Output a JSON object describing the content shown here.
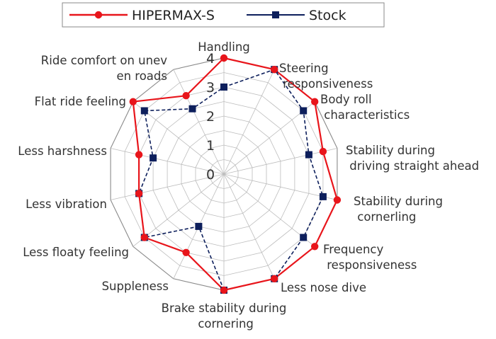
{
  "chart_data": {
    "type": "radar",
    "title": "",
    "axes": [
      "Handling",
      "Steering responsiveness",
      "Body roll characteristics",
      "Stability during driving straight ahead",
      "Stability during cornerling",
      "Frequency responsiveness",
      "Less nose dive",
      "Brake stability during cornering",
      "Suppleness",
      "Less floaty feeling",
      "Less vibration",
      "Less harshness",
      "Flat ride feeling",
      "Ride comfort on uneven roads"
    ],
    "series": [
      {
        "name": "HIPERMAX-S",
        "values": [
          4,
          4,
          4,
          3.5,
          4,
          4,
          4,
          4,
          3,
          3.5,
          3,
          3,
          4,
          3
        ],
        "color": "#e8151b",
        "marker": "circle",
        "line": "solid"
      },
      {
        "name": "Stock",
        "values": [
          3,
          4,
          3.5,
          3,
          3.5,
          3.5,
          4,
          4,
          2,
          3.5,
          3,
          2.5,
          3.5,
          2.5
        ],
        "color": "#0d1f5c",
        "marker": "square",
        "line": "dashed"
      }
    ],
    "rlim": [
      0,
      4
    ],
    "ticks": [
      0,
      1,
      2,
      3,
      4
    ],
    "tick_labels": [
      "0",
      "1",
      "2",
      "3",
      "4"
    ],
    "grid": true,
    "legend_position": "top"
  }
}
